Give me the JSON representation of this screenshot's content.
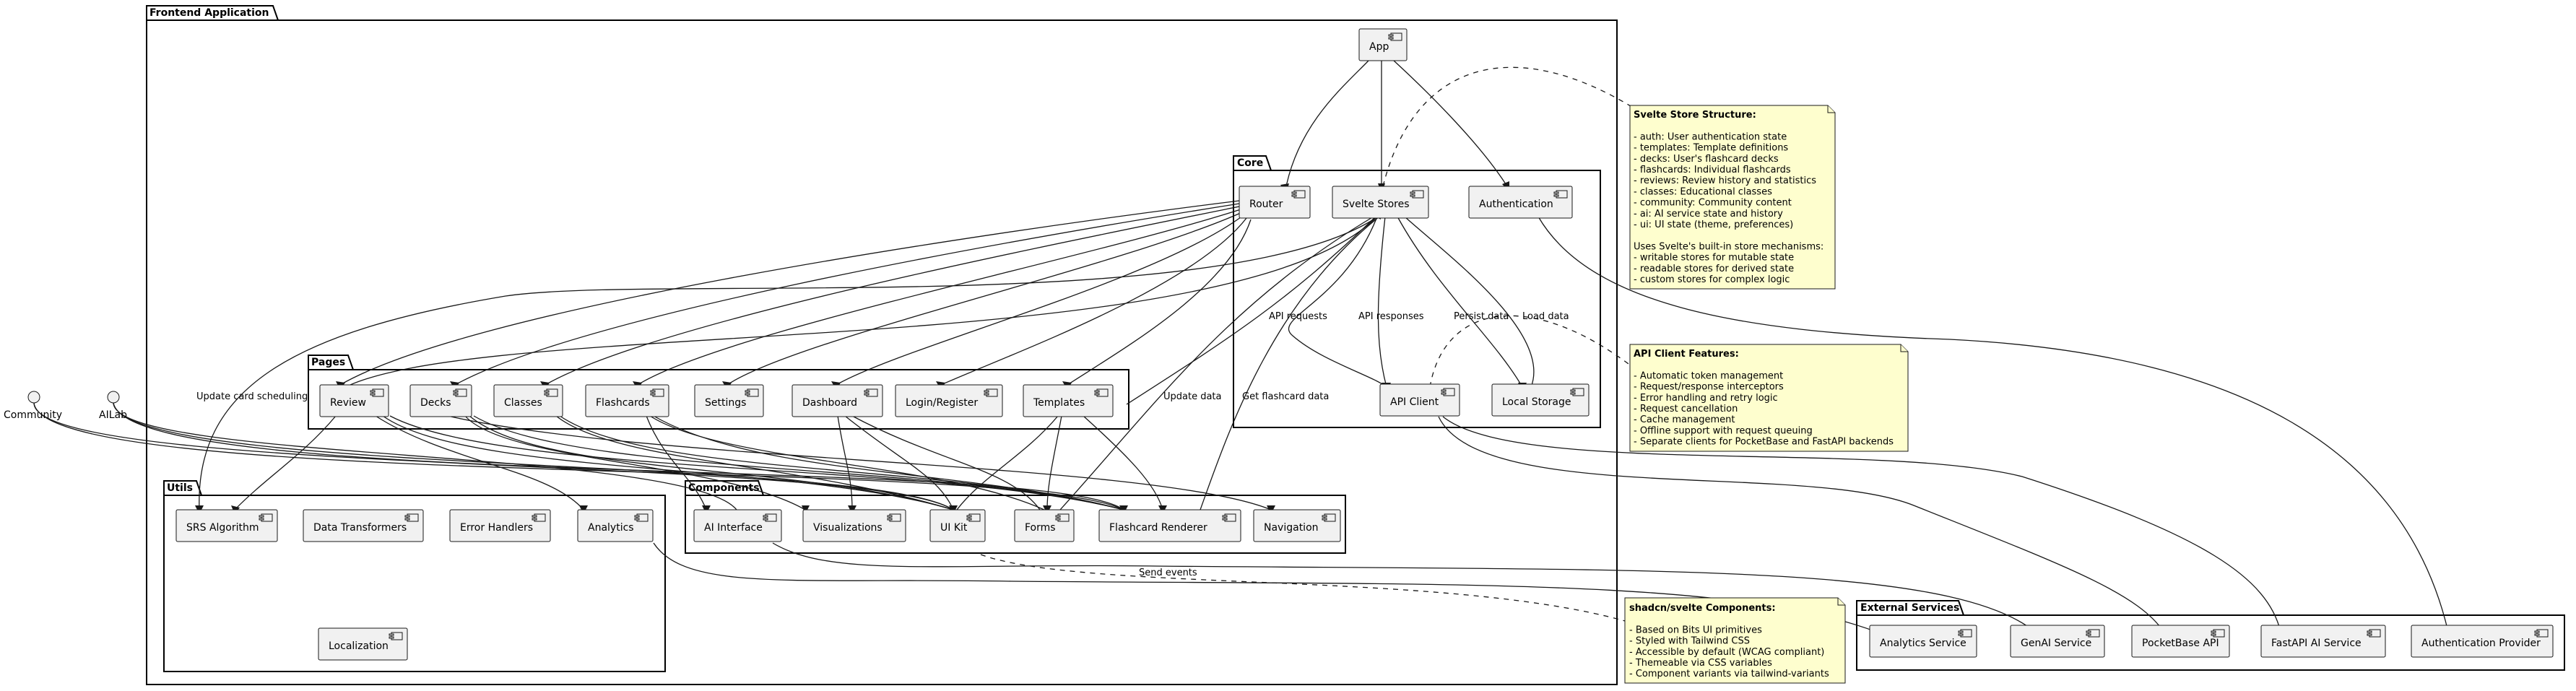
{
  "packages": {
    "frontend": "Frontend Application",
    "core": "Core",
    "pages": "Pages",
    "utils": "Utils",
    "components": "Components",
    "external": "External Services"
  },
  "components": {
    "app": "App",
    "router": "Router",
    "svelte_stores": "Svelte Stores",
    "authentication": "Authentication",
    "api_client": "API Client",
    "local_storage": "Local Storage",
    "review": "Review",
    "decks": "Decks",
    "classes": "Classes",
    "flashcards": "Flashcards",
    "settings": "Settings",
    "dashboard": "Dashboard",
    "login_register": "Login/Register",
    "templates": "Templates",
    "srs_algorithm": "SRS Algorithm",
    "data_transformers": "Data Transformers",
    "error_handlers": "Error Handlers",
    "analytics": "Analytics",
    "localization": "Localization",
    "ai_interface": "AI Interface",
    "visualizations": "Visualizations",
    "ui_kit": "UI Kit",
    "forms": "Forms",
    "flashcard_renderer": "Flashcard Renderer",
    "navigation": "Navigation",
    "analytics_service": "Analytics Service",
    "genai_service": "GenAI Service",
    "pocketbase_api": "PocketBase API",
    "fastapi_ai_service": "FastAPI AI Service",
    "authentication_provider": "Authentication Provider"
  },
  "interfaces": {
    "community": "Community",
    "ailab": "AILab"
  },
  "edge_labels": {
    "api_requests": "API requests",
    "api_responses": "API responses",
    "persist_data": "Persist data",
    "load_data": "Load data",
    "update_card_scheduling": "Update card scheduling",
    "update_data": "Update data",
    "get_flashcard_data": "Get flashcard data",
    "send_events": "Send events"
  },
  "notes": {
    "stores": {
      "title": "Svelte Store Structure:",
      "lines": [
        "",
        "- auth: User authentication state",
        "- templates: Template definitions",
        "- decks: User's flashcard decks",
        "- flashcards: Individual flashcards",
        "- reviews: Review history and statistics",
        "- classes: Educational classes",
        "- community: Community content",
        "- ai: AI service state and history",
        "- ui: UI state (theme, preferences)",
        "",
        "Uses Svelte's built-in store mechanisms:",
        "- writable stores for mutable state",
        "- readable stores for derived state",
        "- custom stores for complex logic"
      ]
    },
    "api": {
      "title": "API Client Features:",
      "lines": [
        "",
        "- Automatic token management",
        "- Request/response interceptors",
        "- Error handling and retry logic",
        "- Request cancellation",
        "- Cache management",
        "- Offline support with request queuing",
        "- Separate clients for PocketBase and FastAPI backends"
      ]
    },
    "shadcn": {
      "title": "shadcn/svelte Components:",
      "lines": [
        "",
        "- Based on Bits UI primitives",
        "- Styled with Tailwind CSS",
        "- Accessible by default (WCAG compliant)",
        "- Themeable via CSS variables",
        "- Component variants via tailwind-variants"
      ]
    }
  }
}
